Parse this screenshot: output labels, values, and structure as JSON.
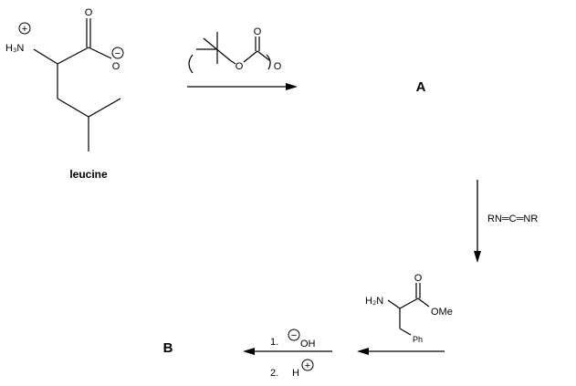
{
  "leucine": {
    "amine_label": "H₃N",
    "charge_plus": "+",
    "charge_minus": "−",
    "oxygen": "O",
    "name": "leucine"
  },
  "reagent1": {
    "oxygen": "O"
  },
  "intermediate_a": "A",
  "reagent2": {
    "label": "RN═C═NR"
  },
  "phe_ester": {
    "amine": "H₂N",
    "oxygen": "O",
    "ester": "OMe",
    "side_chain": "Ph"
  },
  "step3": {
    "step1_num": "1.",
    "step1_reagent": "OH",
    "step1_charge": "−",
    "step2_num": "2.",
    "step2_reagent": "H",
    "step2_charge": "+"
  },
  "product_b": "B"
}
